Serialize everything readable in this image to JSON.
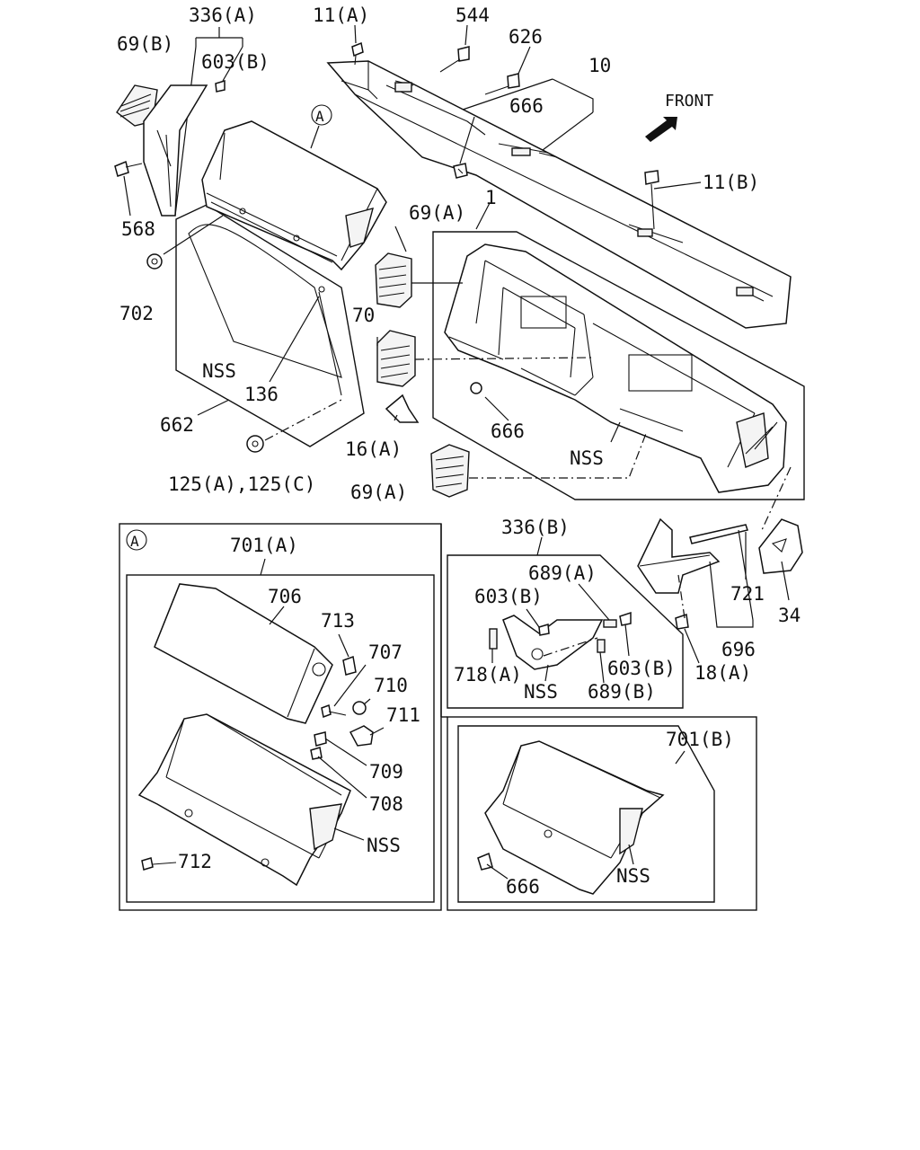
{
  "labels": {
    "l336a": "336(A)",
    "l11a": "11(A)",
    "l544": "544",
    "l626": "626",
    "l69b": "69(B)",
    "l603b_top": "603(B)",
    "l10": "10",
    "l666_top": "666",
    "front": "FRONT",
    "l11b": "11(B)",
    "l568": "568",
    "l69a_1": "69(A)",
    "l1": "1",
    "l702": "702",
    "l70": "70",
    "lnss_1": "NSS",
    "l136": "136",
    "l666_mid": "666",
    "l662": "662",
    "l16a": "16(A)",
    "lnss_2": "NSS",
    "l125": "125(A),125(C)",
    "l69a_2": "69(A)",
    "l336b": "336(B)",
    "l701a": "701(A)",
    "l706": "706",
    "l713": "713",
    "l707": "707",
    "l710": "710",
    "l711": "711",
    "l709": "709",
    "l708": "708",
    "lnss_3": "NSS",
    "l712": "712",
    "l689a": "689(A)",
    "l603b_2": "603(B)",
    "l718a": "718(A)",
    "lnss_4": "NSS",
    "l603b_3": "603(B)",
    "l689b": "689(B)",
    "l18a": "18(A)",
    "l721": "721",
    "l34": "34",
    "l696": "696",
    "l701b": "701(B)",
    "lnss_5": "NSS",
    "l666_bot": "666"
  },
  "callouts": {
    "a_top": "A",
    "a_box": "A"
  },
  "icons": {
    "front_arrow": "front-arrow-icon"
  }
}
